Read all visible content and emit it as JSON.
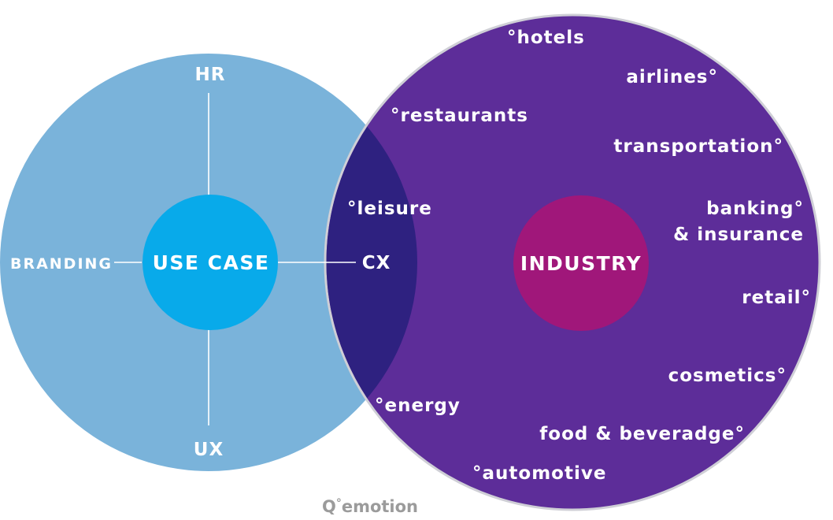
{
  "colors": {
    "use_case_circle": "#7ab3da",
    "use_case_hub": "#08aaea",
    "industry_circle": "#5d2d99",
    "industry_hub": "#a0177a",
    "overlap": "#2e2180",
    "outline": "#cfcfd6",
    "text": "#ffffff",
    "logo": "#9b9b9b"
  },
  "use_case": {
    "hub_label": "USE CASE",
    "top": "HR",
    "left": "BRANDING",
    "right": "CX",
    "bottom": "UX"
  },
  "industry": {
    "hub_label": "INDUSTRY",
    "items": {
      "hotels": "°hotels",
      "airlines": "airlines°",
      "restaurants": "°restaurants",
      "transportation": "transportation°",
      "leisure": "°leisure",
      "banking_line1": "banking°",
      "banking_line2": "& insurance",
      "retail": "retail°",
      "cosmetics": "cosmetics°",
      "energy": "°energy",
      "food": "food & beveradge°",
      "automotive": "°automotive"
    }
  },
  "logo": {
    "q": "Q",
    "degree": "°",
    "word": "emotion"
  }
}
